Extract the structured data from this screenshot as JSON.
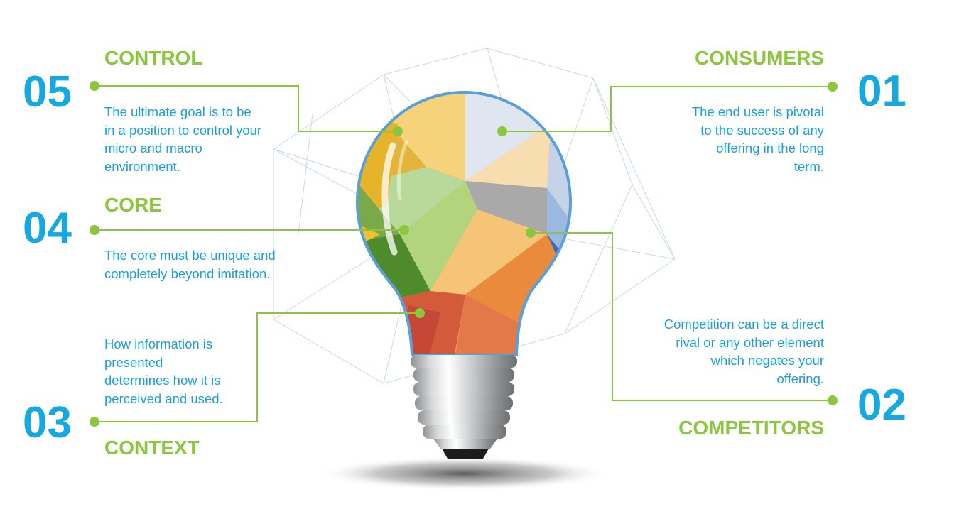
{
  "colors": {
    "number": "#16a8e0",
    "title": "#8cc63f",
    "text": "#1aa0dc",
    "connector": "#8cc63f",
    "bulb_outline": "#5b9fd8",
    "wire_mesh": "#c9d9ea"
  },
  "items": {
    "consumers": {
      "number": "01",
      "title": "CONSUMERS",
      "text": "The end user is pivotal\nto the success of any\noffering in the long\nterm."
    },
    "competitors": {
      "number": "02",
      "title": "COMPETITORS",
      "text": "Competition can be a direct\nrival or any other element\nwhich negates your\noffering."
    },
    "context": {
      "number": "03",
      "title": "CONTEXT",
      "text": "How information is\npresented\ndetermines how it is\nperceived and used."
    },
    "core": {
      "number": "04",
      "title": "CORE",
      "text": "The core must be unique and\ncompletely beyond imitation."
    },
    "control": {
      "number": "05",
      "title": "CONTROL",
      "text": "The ultimate goal is to be\nin a position to control your\nmicro and macro\nenvironment."
    }
  }
}
